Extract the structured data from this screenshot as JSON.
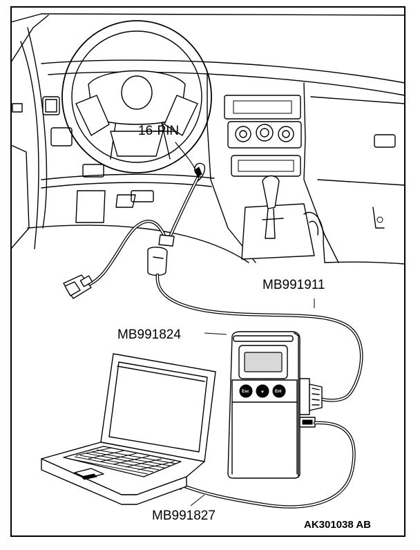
{
  "labels": {
    "pin_connector": "16-PIN",
    "harness": "MB991911",
    "interface_box": "MB991824",
    "usb_cable": "MB991827",
    "figure_id": "AK301038 AB"
  },
  "interface_buttons": [
    "Esc",
    "▼",
    "Ent"
  ]
}
